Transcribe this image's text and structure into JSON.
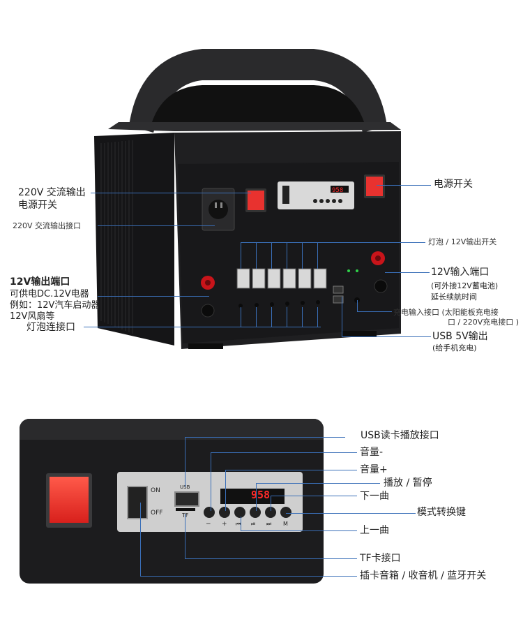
{
  "top_labels": {
    "ac_output_switch_line1": "220V 交流输出",
    "ac_output_switch_line2": "电源开关",
    "ac_output_port": "220V 交流输出接口",
    "power_switch": "电源开关",
    "bulb_switch": "灯泡 / 12V输出开关",
    "dc12_out_title": "12V输出端口",
    "dc12_out_desc1": "可供电DC.12V电器",
    "dc12_out_desc2": "例如：12V汽车启动器",
    "dc12_out_desc3": "12V风扇等",
    "bulb_port": "灯泡连接口",
    "dc12_in_title": "12V输入端口",
    "dc12_in_desc1": "(可外接12V蓄电池)",
    "dc12_in_desc2": "延长续航时间",
    "charge_in_line1": "充电输入接口 (太阳能板充电接",
    "charge_in_line2": "口 / 220V充电接口 )",
    "usb_out_title": "USB 5V输出",
    "usb_out_desc": "(给手机充电)"
  },
  "bottom_labels": {
    "usb_card_play": "USB读卡播放接口",
    "vol_down": "音量-",
    "vol_up": "音量+",
    "play_pause": "播放 / 暂停",
    "next_track": "下一曲",
    "mode_key": "模式转换键",
    "prev_track": "上一曲",
    "tf_port": "TF卡接口",
    "mode_switch": "插卡音箱 / 收音机 /  蓝牙开关"
  },
  "panel_text": {
    "on": "ON",
    "off": "OFF",
    "usb": "USB",
    "tf": "TF",
    "display": "958",
    "btn_minus": "−",
    "btn_plus": "+",
    "btn_prev": "⏮",
    "btn_play": "⏯",
    "btn_next": "⏭",
    "btn_mode": "M"
  },
  "colors": {
    "line": "#3a6fb8",
    "device_body": "#1c1c1e",
    "red_switch": "#e8322f",
    "display_red": "#ff2a2a"
  }
}
